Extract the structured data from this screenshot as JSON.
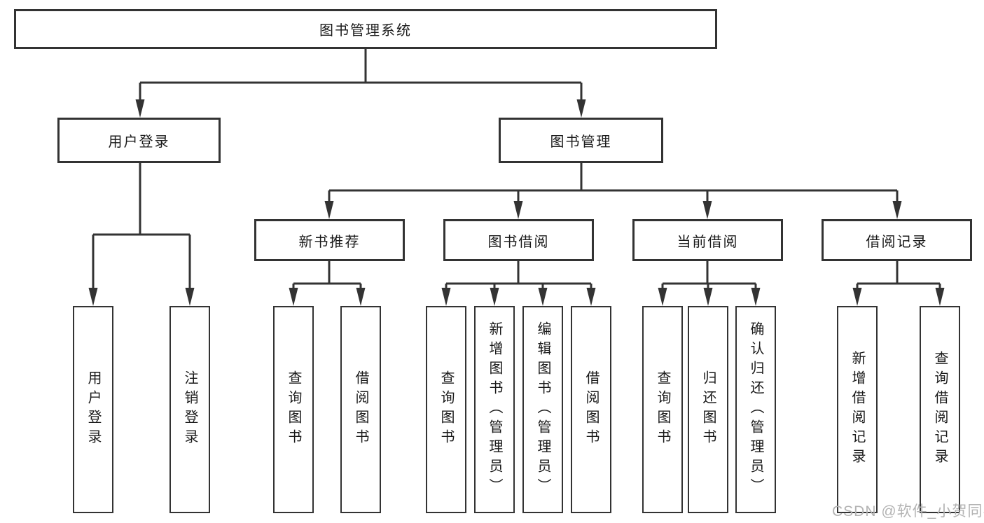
{
  "diagram": {
    "title": "图书管理系统",
    "root": {
      "label": "图书管理系统"
    },
    "branches": [
      {
        "label": "用户登录",
        "children": [
          {
            "label": "用户登录"
          },
          {
            "label": "注销登录"
          }
        ]
      },
      {
        "label": "图书管理",
        "children": [
          {
            "label": "新书推荐",
            "children": [
              {
                "label": "查询图书"
              },
              {
                "label": "借阅图书"
              }
            ]
          },
          {
            "label": "图书借阅",
            "children": [
              {
                "label": "查询图书"
              },
              {
                "label": "新增图书（管理员）"
              },
              {
                "label": "编辑图书（管理员）"
              },
              {
                "label": "借阅图书"
              }
            ]
          },
          {
            "label": "当前借阅",
            "children": [
              {
                "label": "查询图书"
              },
              {
                "label": "归还图书"
              },
              {
                "label": "确认归还（管理员）"
              }
            ]
          },
          {
            "label": "借阅记录",
            "children": [
              {
                "label": "新增借阅记录"
              },
              {
                "label": "查询借阅记录"
              }
            ]
          }
        ]
      }
    ]
  },
  "watermark": {
    "text": "CSDN @软件_小贺同学"
  },
  "colors": {
    "line": "#333333",
    "text": "#1a1a1a",
    "watermark": "#b3b3b3",
    "background": "#ffffff"
  }
}
